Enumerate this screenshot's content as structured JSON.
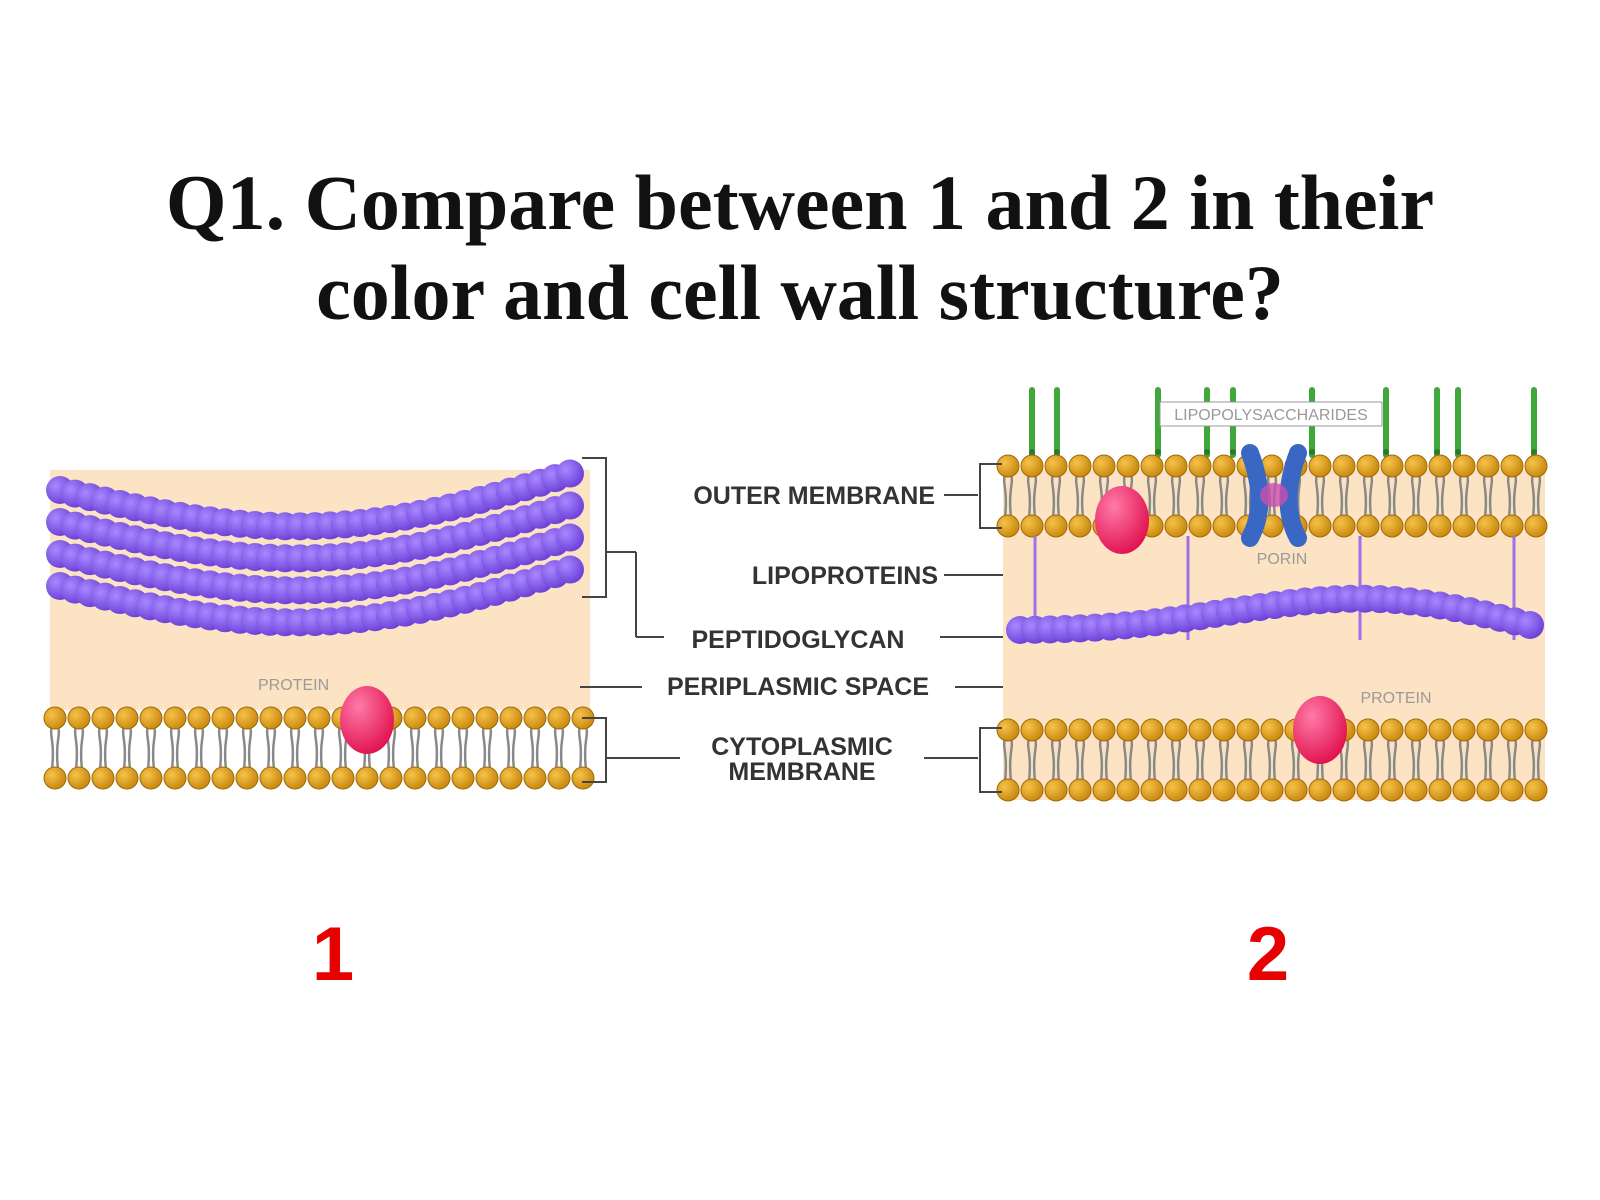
{
  "title": {
    "line1": "Q1. Compare between 1 and 2 in their",
    "line2": "color and cell wall structure?"
  },
  "labels": {
    "outer_membrane": "OUTER MEMBRANE",
    "lipoproteins": "LIPOPROTEINS",
    "peptidoglycan": "PEPTIDOGLYCAN",
    "periplasmic_space": "PERIPLASMIC SPACE",
    "cytoplasmic_line1": "CYTOPLASMIC",
    "cytoplasmic_line2": "MEMBRANE",
    "lipopolysaccharides": "LIPOPOLYSACCHARIDES",
    "porin": "PORIN",
    "protein_left": "PROTEIN",
    "protein_right": "PROTEIN"
  },
  "panels": {
    "left_number": "1",
    "right_number": "2"
  },
  "colors": {
    "peptidoglycan": "#7b4fe0",
    "periplasm": "#fbe3c4",
    "lipid_head": "#e2a31c",
    "protein": "#f0306a",
    "porin": "#3a66c4",
    "lps": "#3fa83a",
    "number": "#e60000"
  }
}
